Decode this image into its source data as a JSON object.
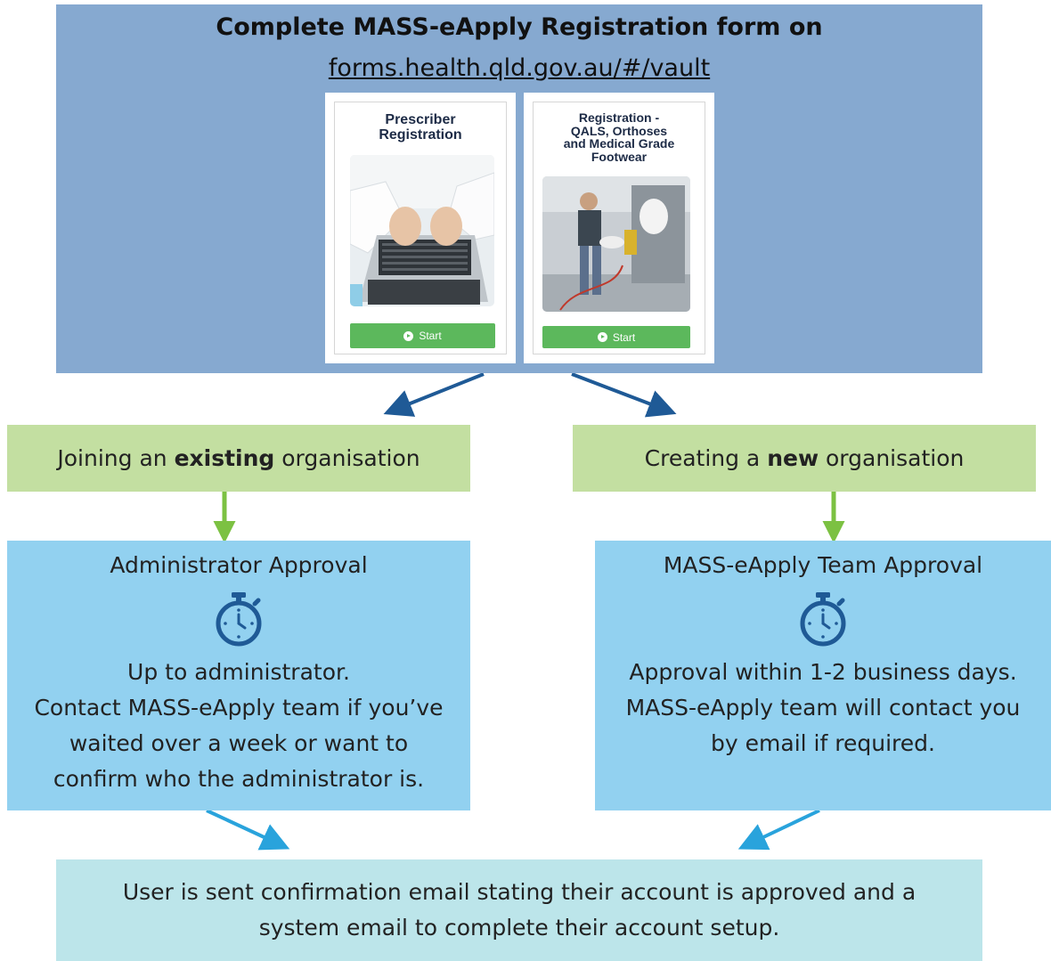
{
  "header": {
    "title": "Complete MASS-eApply Registration form on",
    "url": "forms.health.qld.gov.au/#/vault"
  },
  "cards": [
    {
      "title_lines": [
        "Prescriber",
        "Registration"
      ],
      "button_label": "Start"
    },
    {
      "title_lines": [
        "Registration -",
        "QALS, Orthoses",
        "and Medical Grade",
        "Footwear"
      ],
      "button_label": "Start"
    }
  ],
  "left_path": {
    "option": {
      "prefix": "Joining an ",
      "bold": "existing",
      "suffix": " organisation"
    },
    "approval_title": "Administrator Approval",
    "approval_lines": [
      "Up to administrator.",
      "Contact MASS-eApply team if you’ve",
      "waited over a week or want to",
      "confirm who the administrator is."
    ]
  },
  "right_path": {
    "option": {
      "prefix": "Creating a ",
      "bold": "new",
      "suffix": " organisation"
    },
    "approval_title": "MASS-eApply Team Approval",
    "approval_lines": [
      "Approval within 1-2 business days.",
      "MASS-eApply team will contact you",
      "by email if required."
    ]
  },
  "final": {
    "lines": [
      "User is sent confirmation email stating their account is approved and a",
      "system email to complete their account setup."
    ]
  },
  "colors": {
    "header_bg": "#86a9d0",
    "option_bg": "#c3dfa1",
    "approval_bg": "#92d1f0",
    "final_bg": "#bce5ea",
    "dark_arrow": "#1f5a96",
    "green_arrow": "#7cc142",
    "light_arrow": "#29a3dc",
    "start_button": "#5cb85c",
    "timer_icon": "#1f5a96"
  },
  "icons": [
    "timer-icon",
    "play-icon"
  ]
}
